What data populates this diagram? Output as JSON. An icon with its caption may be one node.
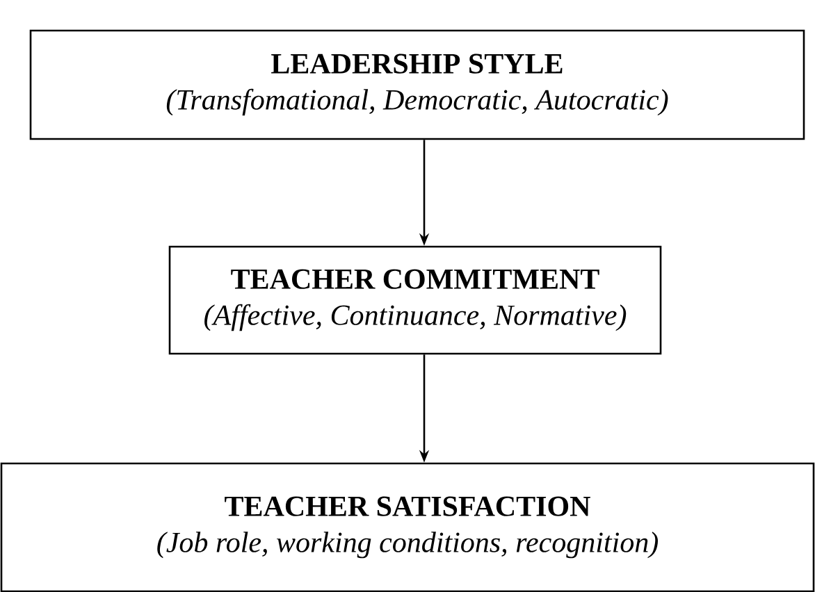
{
  "diagram": {
    "nodes": [
      {
        "text": [
          "LEADERSHIP STYLE",
          "(Transfomational, Democratic, Autocratic)"
        ]
      },
      {
        "text": [
          "TEACHER COMMITMENT",
          "(Affective, Continuance, Normative)"
        ]
      },
      {
        "text": [
          "TEACHER SATISFACTION",
          "(Job role, working conditions, recognition)"
        ]
      }
    ],
    "edges": [
      {
        "from": 0,
        "to": 1,
        "arrow": "to"
      },
      {
        "from": 1,
        "to": 2,
        "arrow": "to"
      }
    ]
  }
}
